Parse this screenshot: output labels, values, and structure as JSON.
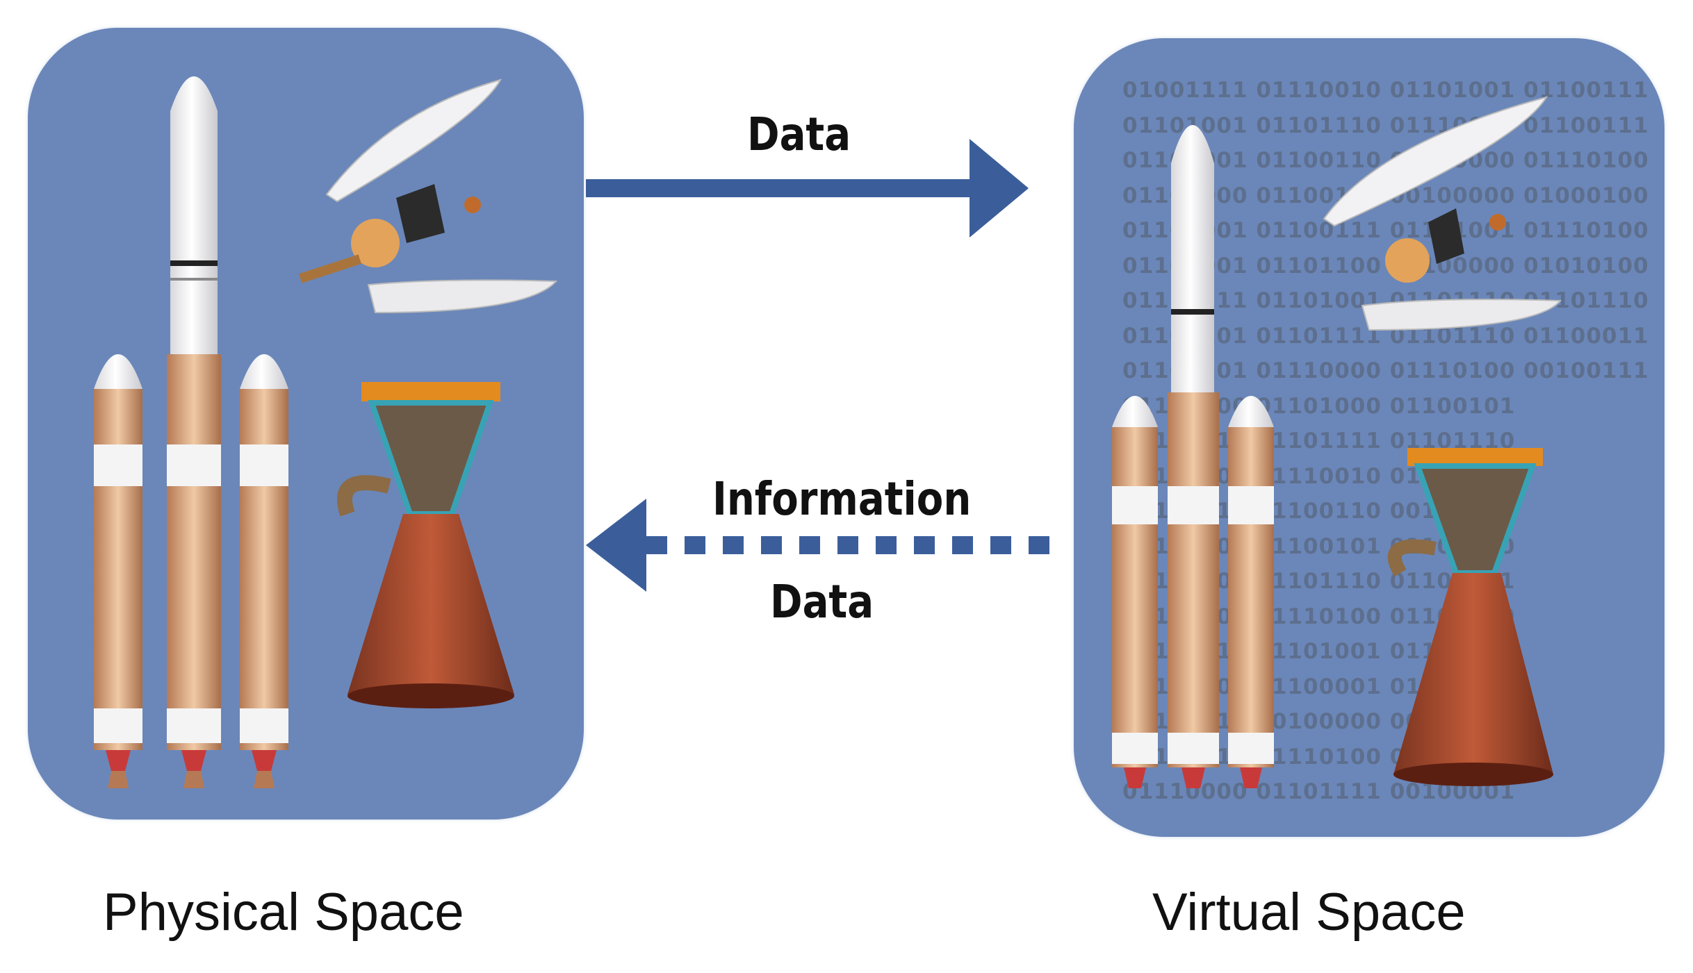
{
  "labels": {
    "physical": "Physical Space",
    "virtual": "Virtual Space",
    "arrow_top": "Data",
    "arrow_bottom_top": "Information",
    "arrow_bottom_bottom": "Data"
  },
  "binary_rows": [
    "01001111 01110010 01101001 01100111",
    "01101001 01101110 01110000 01100111",
    "01100001 01100110 00100000 01110100",
    "01101000 01100101 00100000 01000100",
    "01101001 01100111 01101001 01110100",
    "01100001 01101100 00100000 01010100",
    "01110111 01101001 01101110 01101110",
    "01100101 01101111 01101110 01100011",
    "01100101 01110000 01110100 00100111",
    "01110100 01101000 01100101",
    "01100011 01101111 01101110",
    "01100101 01110010 01110100",
    "01101111 01100110 00100000",
    "01101000 01100101 01100000",
    "01101001 01101110 01101001",
    "01100001 01110100 01100000",
    "01110111 01101001 01101110",
    "01100100 01100001 01110100",
    "01110011 00100000 00100010",
    "01100011 01110100 00100000",
    "01110000 01101111 00100001"
  ],
  "colors": {
    "panel": "#6b87b9",
    "arrow": "#3b5e9b",
    "binary_text": "#5d6f8e"
  },
  "icons": [
    "rocket-icon",
    "fairing-icon",
    "spacecraft-icon",
    "engine-icon"
  ]
}
